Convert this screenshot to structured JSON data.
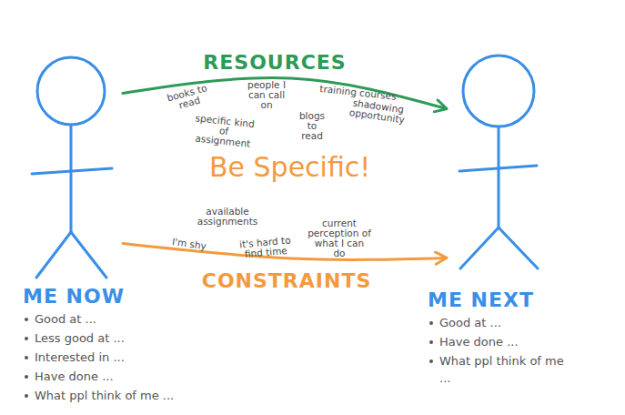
{
  "diagram": {
    "nodes": [
      {
        "text": [
          "ME NOW",
          "Good at ...",
          "Less good at ...",
          "Interested in ...",
          "Have done ...",
          "What ppl think of me ..."
        ]
      },
      {
        "text": [
          "ME NEXT",
          "Good at ...",
          "Have done ...",
          "What ppl think of me ..."
        ]
      }
    ],
    "edges": [
      {
        "from": 0,
        "to": 1,
        "arrow": "to",
        "label": "RESOURCES"
      },
      {
        "from": 0,
        "to": 1,
        "arrow": "to",
        "label": "CONSTRAINTS"
      }
    ],
    "labels": [
      "books to read",
      "people I can call on",
      "training courses",
      "specific kind of assignment",
      "blogs to read",
      "shadowing opportunity",
      "Be Specific!",
      "available assignments",
      "I'm shy",
      "it's hard to find time",
      "current perception of what I can do"
    ]
  }
}
